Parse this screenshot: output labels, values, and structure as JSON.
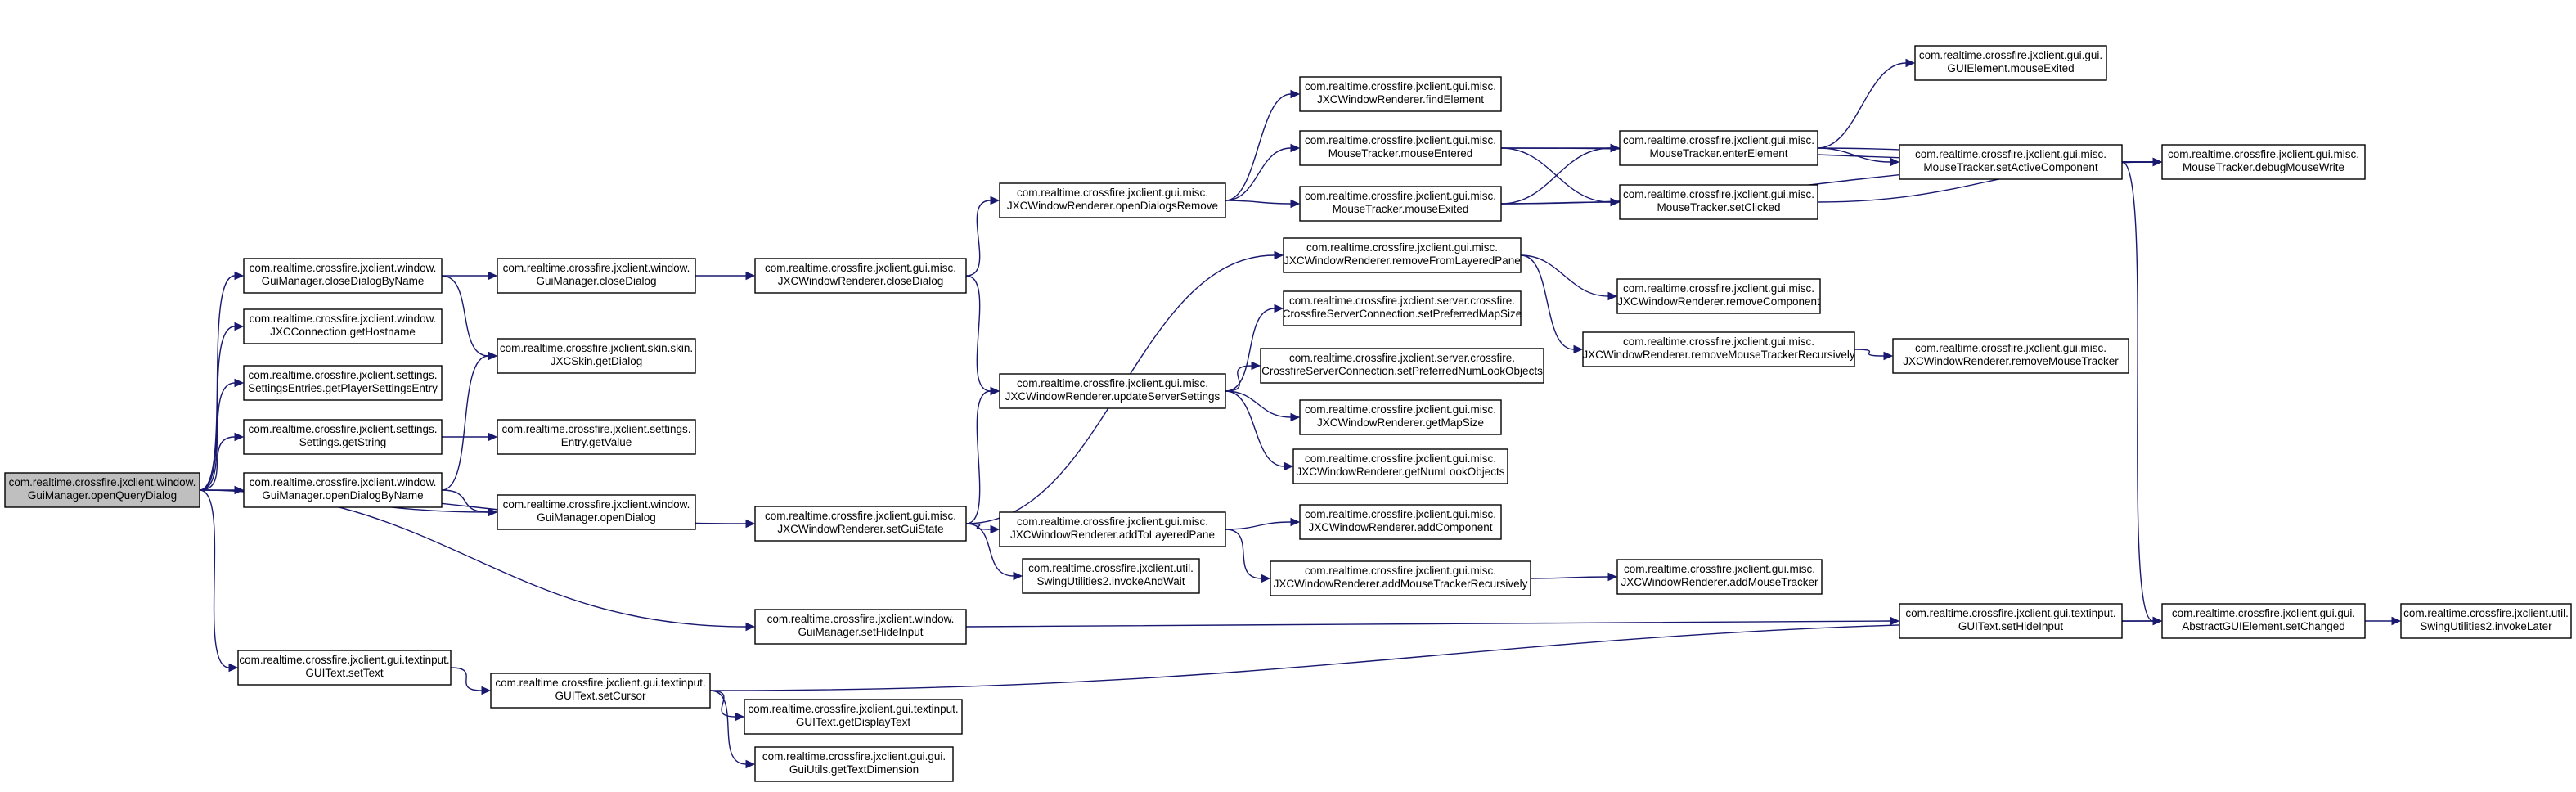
{
  "graph": {
    "nodes": [
      {
        "id": "root",
        "lines": [
          "com.realtime.crossfire.jxclient.window.",
          "GuiManager.openQueryDialog"
        ],
        "root": true
      },
      {
        "id": "closeDialogByName",
        "lines": [
          "com.realtime.crossfire.jxclient.window.",
          "GuiManager.closeDialogByName"
        ]
      },
      {
        "id": "getHostname",
        "lines": [
          "com.realtime.crossfire.jxclient.window.",
          "JXCConnection.getHostname"
        ]
      },
      {
        "id": "getPlayerSettingsEntry",
        "lines": [
          "com.realtime.crossfire.jxclient.settings.",
          "SettingsEntries.getPlayerSettingsEntry"
        ]
      },
      {
        "id": "getString",
        "lines": [
          "com.realtime.crossfire.jxclient.settings.",
          "Settings.getString"
        ]
      },
      {
        "id": "openDialogByName",
        "lines": [
          "com.realtime.crossfire.jxclient.window.",
          "GuiManager.openDialogByName"
        ]
      },
      {
        "id": "setText",
        "lines": [
          "com.realtime.crossfire.jxclient.gui.textinput.",
          "GUIText.setText"
        ]
      },
      {
        "id": "gmCloseDialog",
        "lines": [
          "com.realtime.crossfire.jxclient.window.",
          "GuiManager.closeDialog"
        ]
      },
      {
        "id": "getDialog",
        "lines": [
          "com.realtime.crossfire.jxclient.skin.skin.",
          "JXCSkin.getDialog"
        ]
      },
      {
        "id": "getValue",
        "lines": [
          "com.realtime.crossfire.jxclient.settings.",
          "Entry.getValue"
        ]
      },
      {
        "id": "gmOpenDialog",
        "lines": [
          "com.realtime.crossfire.jxclient.window.",
          "GuiManager.openDialog"
        ]
      },
      {
        "id": "setCursor",
        "lines": [
          "com.realtime.crossfire.jxclient.gui.textinput.",
          "GUIText.setCursor"
        ]
      },
      {
        "id": "rCloseDialog",
        "lines": [
          "com.realtime.crossfire.jxclient.gui.misc.",
          "JXCWindowRenderer.closeDialog"
        ]
      },
      {
        "id": "setGuiState",
        "lines": [
          "com.realtime.crossfire.jxclient.gui.misc.",
          "JXCWindowRenderer.setGuiState"
        ]
      },
      {
        "id": "setHideInputGM",
        "lines": [
          "com.realtime.crossfire.jxclient.window.",
          "GuiManager.setHideInput"
        ]
      },
      {
        "id": "getDisplayText",
        "lines": [
          "com.realtime.crossfire.jxclient.gui.textinput.",
          "GUIText.getDisplayText"
        ]
      },
      {
        "id": "getTextDimension",
        "lines": [
          "com.realtime.crossfire.jxclient.gui.gui.",
          "GuiUtils.getTextDimension"
        ]
      },
      {
        "id": "openDialogsRemove",
        "lines": [
          "com.realtime.crossfire.jxclient.gui.misc.",
          "JXCWindowRenderer.openDialogsRemove"
        ]
      },
      {
        "id": "updateServerSettings",
        "lines": [
          "com.realtime.crossfire.jxclient.gui.misc.",
          "JXCWindowRenderer.updateServerSettings"
        ]
      },
      {
        "id": "addToLayeredPane",
        "lines": [
          "com.realtime.crossfire.jxclient.gui.misc.",
          "JXCWindowRenderer.addToLayeredPane"
        ]
      },
      {
        "id": "invokeAndWait",
        "lines": [
          "com.realtime.crossfire.jxclient.util.",
          "SwingUtilities2.invokeAndWait"
        ]
      },
      {
        "id": "findElement",
        "lines": [
          "com.realtime.crossfire.jxclient.gui.misc.",
          "JXCWindowRenderer.findElement"
        ]
      },
      {
        "id": "mouseEntered",
        "lines": [
          "com.realtime.crossfire.jxclient.gui.misc.",
          "MouseTracker.mouseEntered"
        ]
      },
      {
        "id": "mouseExitedMT",
        "lines": [
          "com.realtime.crossfire.jxclient.gui.misc.",
          "MouseTracker.mouseExited"
        ]
      },
      {
        "id": "removeFromLayeredPane",
        "lines": [
          "com.realtime.crossfire.jxclient.gui.misc.",
          "JXCWindowRenderer.removeFromLayeredPane"
        ]
      },
      {
        "id": "setPreferredMapSize",
        "lines": [
          "com.realtime.crossfire.jxclient.server.crossfire.",
          "CrossfireServerConnection.setPreferredMapSize"
        ]
      },
      {
        "id": "setPreferredNumLookObjects",
        "lines": [
          "com.realtime.crossfire.jxclient.server.crossfire.",
          "CrossfireServerConnection.setPreferredNumLookObjects"
        ]
      },
      {
        "id": "getMapSize",
        "lines": [
          "com.realtime.crossfire.jxclient.gui.misc.",
          "JXCWindowRenderer.getMapSize"
        ]
      },
      {
        "id": "getNumLookObjects",
        "lines": [
          "com.realtime.crossfire.jxclient.gui.misc.",
          "JXCWindowRenderer.getNumLookObjects"
        ]
      },
      {
        "id": "addComponent",
        "lines": [
          "com.realtime.crossfire.jxclient.gui.misc.",
          "JXCWindowRenderer.addComponent"
        ]
      },
      {
        "id": "addMouseTrackerRecursively",
        "lines": [
          "com.realtime.crossfire.jxclient.gui.misc.",
          "JXCWindowRenderer.addMouseTrackerRecursively"
        ]
      },
      {
        "id": "enterElement",
        "lines": [
          "com.realtime.crossfire.jxclient.gui.misc.",
          "MouseTracker.enterElement"
        ]
      },
      {
        "id": "setClicked",
        "lines": [
          "com.realtime.crossfire.jxclient.gui.misc.",
          "MouseTracker.setClicked"
        ]
      },
      {
        "id": "removeComponent",
        "lines": [
          "com.realtime.crossfire.jxclient.gui.misc.",
          "JXCWindowRenderer.removeComponent"
        ]
      },
      {
        "id": "removeMouseTrackerRecursively",
        "lines": [
          "com.realtime.crossfire.jxclient.gui.misc.",
          "JXCWindowRenderer.removeMouseTrackerRecursively"
        ]
      },
      {
        "id": "addMouseTracker",
        "lines": [
          "com.realtime.crossfire.jxclient.gui.misc.",
          "JXCWindowRenderer.addMouseTracker"
        ]
      },
      {
        "id": "setHideInputGT",
        "lines": [
          "com.realtime.crossfire.jxclient.gui.textinput.",
          "GUIText.setHideInput"
        ]
      },
      {
        "id": "guiMouseExited",
        "lines": [
          "com.realtime.crossfire.jxclient.gui.gui.",
          "GUIElement.mouseExited"
        ]
      },
      {
        "id": "setActiveComponent",
        "lines": [
          "com.realtime.crossfire.jxclient.gui.misc.",
          "MouseTracker.setActiveComponent"
        ]
      },
      {
        "id": "removeMouseTracker",
        "lines": [
          "com.realtime.crossfire.jxclient.gui.misc.",
          "JXCWindowRenderer.removeMouseTracker"
        ]
      },
      {
        "id": "debugMouseWrite",
        "lines": [
          "com.realtime.crossfire.jxclient.gui.misc.",
          "MouseTracker.debugMouseWrite"
        ]
      },
      {
        "id": "setChanged",
        "lines": [
          "com.realtime.crossfire.jxclient.gui.gui.",
          "AbstractGUIElement.setChanged"
        ]
      },
      {
        "id": "invokeLater",
        "lines": [
          "com.realtime.crossfire.jxclient.util.",
          "SwingUtilities2.invokeLater"
        ]
      }
    ],
    "edges": [
      [
        "root",
        "closeDialogByName"
      ],
      [
        "root",
        "getHostname"
      ],
      [
        "root",
        "getPlayerSettingsEntry"
      ],
      [
        "root",
        "getString"
      ],
      [
        "root",
        "openDialogByName"
      ],
      [
        "root",
        "gmOpenDialog"
      ],
      [
        "root",
        "setGuiState"
      ],
      [
        "root",
        "setHideInputGM"
      ],
      [
        "root",
        "setText"
      ],
      [
        "closeDialogByName",
        "gmCloseDialog"
      ],
      [
        "closeDialogByName",
        "getDialog"
      ],
      [
        "getString",
        "getValue"
      ],
      [
        "openDialogByName",
        "getDialog"
      ],
      [
        "openDialogByName",
        "gmOpenDialog"
      ],
      [
        "setText",
        "setCursor"
      ],
      [
        "gmCloseDialog",
        "rCloseDialog"
      ],
      [
        "rCloseDialog",
        "openDialogsRemove"
      ],
      [
        "rCloseDialog",
        "updateServerSettings"
      ],
      [
        "setGuiState",
        "removeFromLayeredPane"
      ],
      [
        "setGuiState",
        "updateServerSettings"
      ],
      [
        "setGuiState",
        "addToLayeredPane"
      ],
      [
        "setGuiState",
        "invokeAndWait"
      ],
      [
        "setHideInputGM",
        "setHideInputGT"
      ],
      [
        "setCursor",
        "setChanged"
      ],
      [
        "setCursor",
        "getDisplayText"
      ],
      [
        "setCursor",
        "getTextDimension"
      ],
      [
        "openDialogsRemove",
        "findElement"
      ],
      [
        "openDialogsRemove",
        "mouseEntered"
      ],
      [
        "openDialogsRemove",
        "mouseExitedMT"
      ],
      [
        "updateServerSettings",
        "setPreferredMapSize"
      ],
      [
        "updateServerSettings",
        "setPreferredNumLookObjects"
      ],
      [
        "updateServerSettings",
        "getMapSize"
      ],
      [
        "updateServerSettings",
        "getNumLookObjects"
      ],
      [
        "addToLayeredPane",
        "addComponent"
      ],
      [
        "addToLayeredPane",
        "addMouseTrackerRecursively"
      ],
      [
        "mouseEntered",
        "enterElement"
      ],
      [
        "mouseEntered",
        "setClicked"
      ],
      [
        "mouseEntered",
        "debugMouseWrite"
      ],
      [
        "mouseExitedMT",
        "enterElement"
      ],
      [
        "mouseExitedMT",
        "setClicked"
      ],
      [
        "mouseExitedMT",
        "debugMouseWrite"
      ],
      [
        "removeFromLayeredPane",
        "removeComponent"
      ],
      [
        "removeFromLayeredPane",
        "removeMouseTrackerRecursively"
      ],
      [
        "addMouseTrackerRecursively",
        "addMouseTracker"
      ],
      [
        "removeMouseTrackerRecursively",
        "removeMouseTracker"
      ],
      [
        "enterElement",
        "guiMouseExited"
      ],
      [
        "enterElement",
        "setActiveComponent"
      ],
      [
        "enterElement",
        "debugMouseWrite"
      ],
      [
        "setClicked",
        "debugMouseWrite"
      ],
      [
        "setActiveComponent",
        "debugMouseWrite"
      ],
      [
        "setActiveComponent",
        "setChanged"
      ],
      [
        "setHideInputGT",
        "setChanged"
      ],
      [
        "setChanged",
        "invokeLater"
      ]
    ]
  }
}
